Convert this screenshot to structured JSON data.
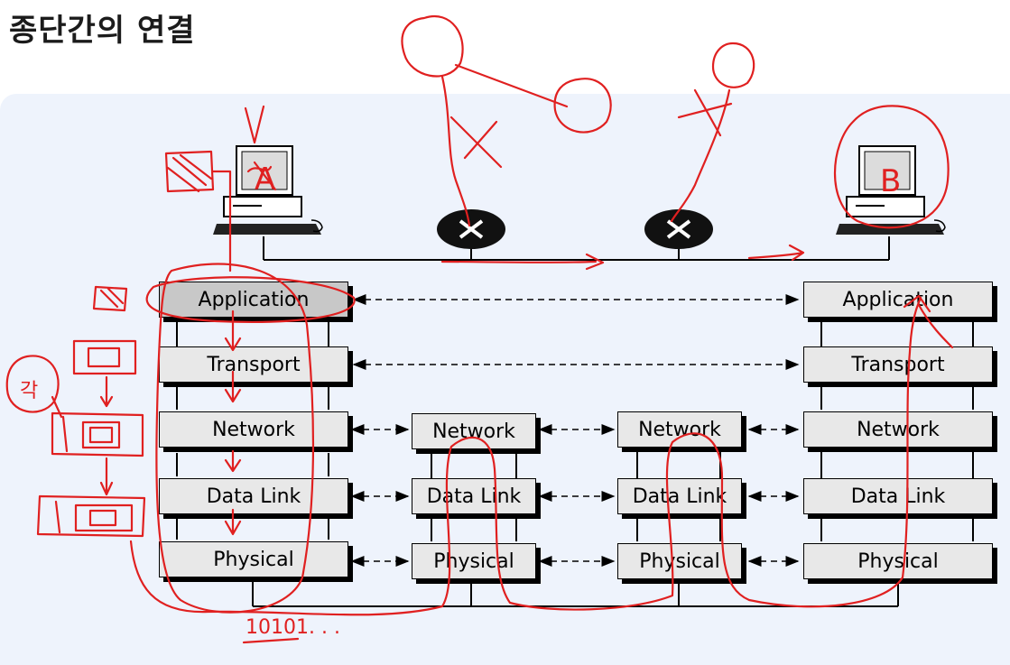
{
  "slide_title": "종단간의 연결",
  "layers": {
    "application": "Application",
    "transport": "Transport",
    "network": "Network",
    "data_link": "Data Link",
    "physical": "Physical"
  },
  "annotations": {
    "host_a": "A",
    "host_b": "B",
    "bits": "10101. . .",
    "side_note": "각"
  }
}
